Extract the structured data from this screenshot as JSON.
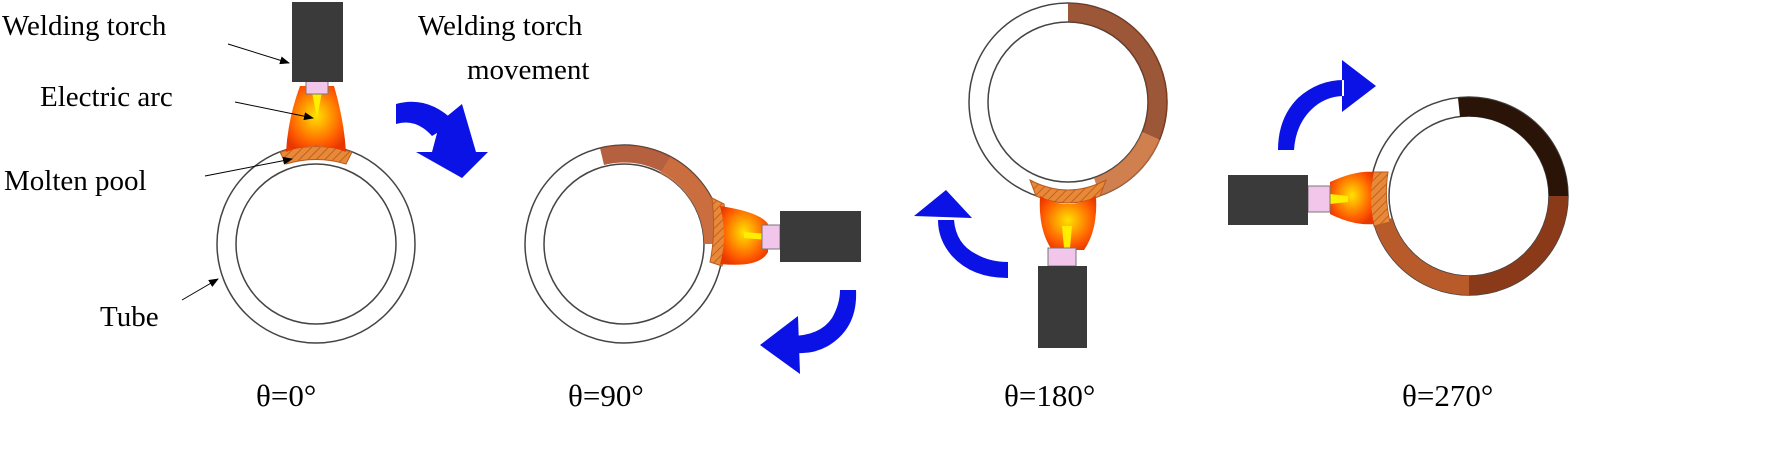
{
  "labels": {
    "welding_torch": "Welding torch",
    "torch_movement_line1": "Welding torch",
    "torch_movement_line2": "movement",
    "electric_arc": "Electric arc",
    "molten_pool": "Molten pool",
    "tube": "Tube"
  },
  "panels": [
    {
      "angle_label": "θ=0°"
    },
    {
      "angle_label": "θ=90°"
    },
    {
      "angle_label": "θ=180°"
    },
    {
      "angle_label": "θ=270°"
    }
  ],
  "colors": {
    "torch_body": "#3a3a3a",
    "nozzle": "#f2c6ea",
    "arc_outer": "#ff3c00",
    "arc_inner": "#ffd400",
    "molten_pool": "#e88a3c",
    "arrow": "#0a12e6",
    "heated_dark": "#2a1408",
    "heated_mid": "#a8441c",
    "heated_light": "#d89060"
  },
  "icons": [
    "welding-torch-icon",
    "electric-arc-icon",
    "curved-arrow-icon",
    "tube-ring-icon"
  ]
}
